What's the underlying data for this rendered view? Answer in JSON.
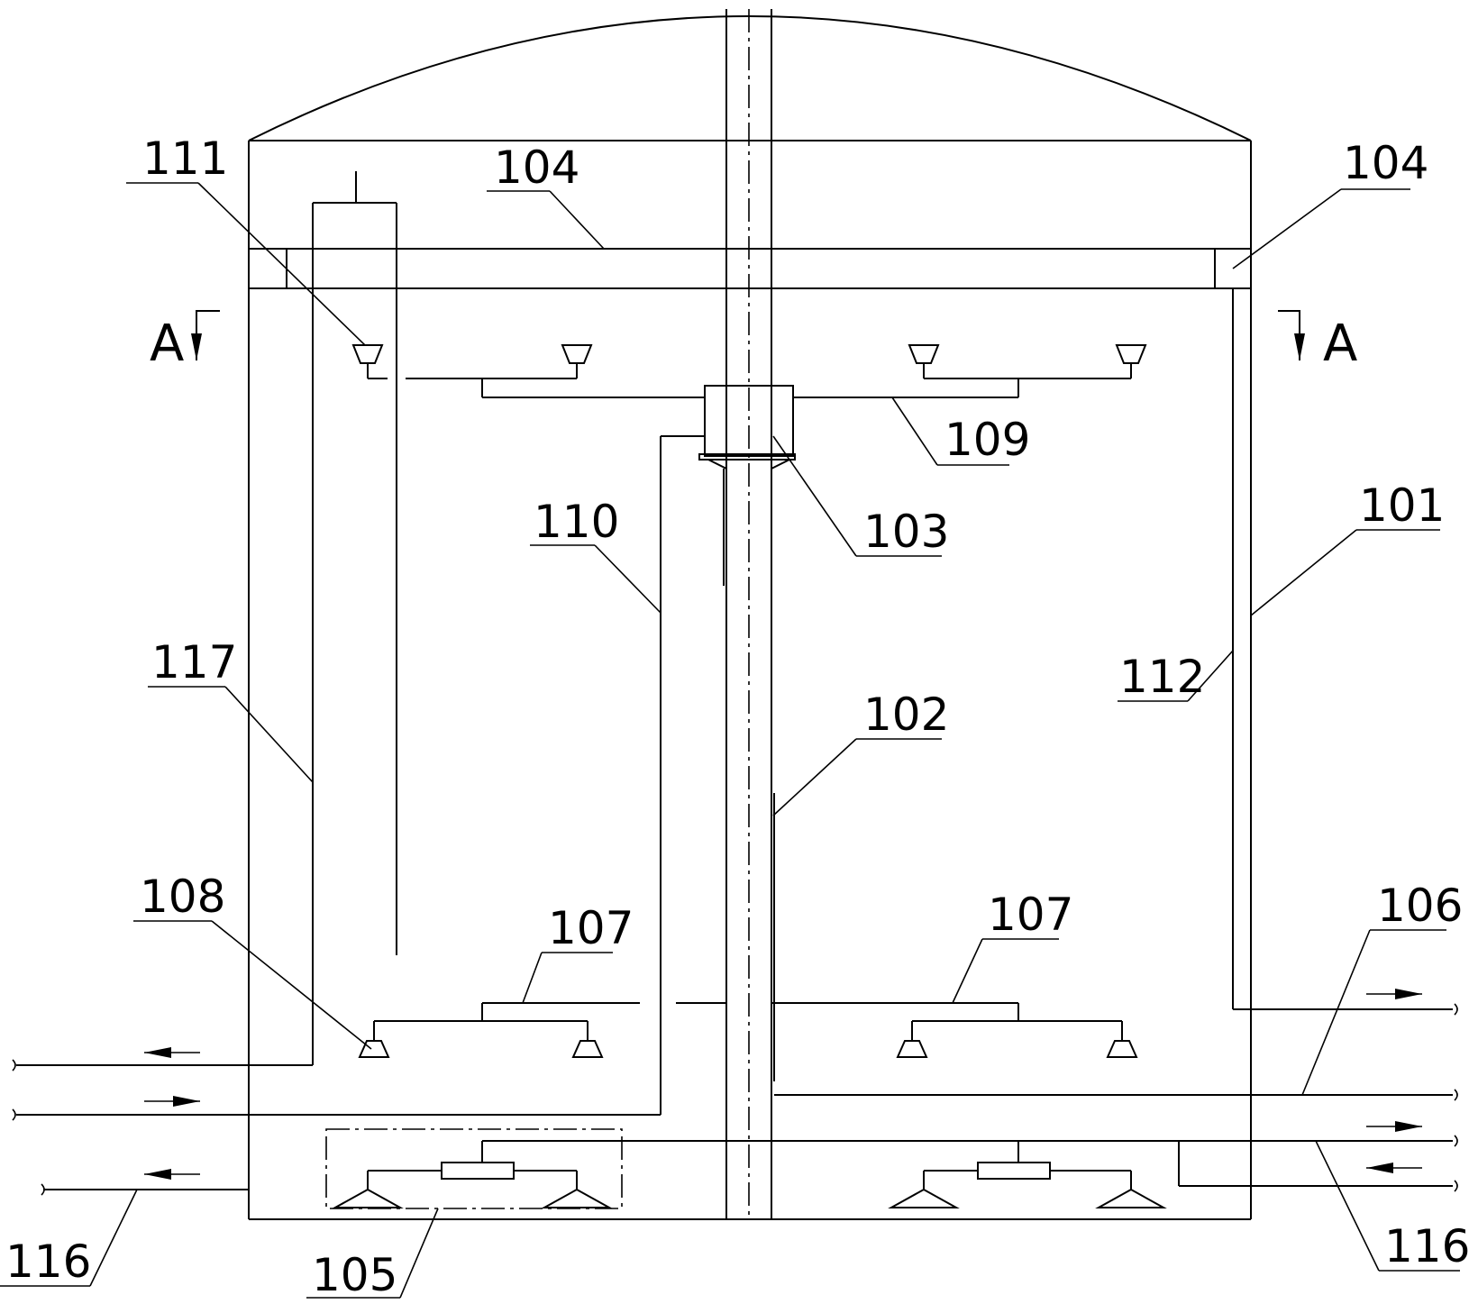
{
  "labels": {
    "l111": "111",
    "l104a": "104",
    "l104b": "104",
    "l109": "109",
    "l103": "103",
    "l110": "110",
    "l101": "101",
    "l117": "117",
    "l112": "112",
    "l102": "102",
    "l108": "108",
    "l107a": "107",
    "l107b": "107",
    "l106": "106",
    "l116a": "116",
    "l116b": "116",
    "l105": "105"
  },
  "section": {
    "left": "A",
    "right": "A"
  }
}
